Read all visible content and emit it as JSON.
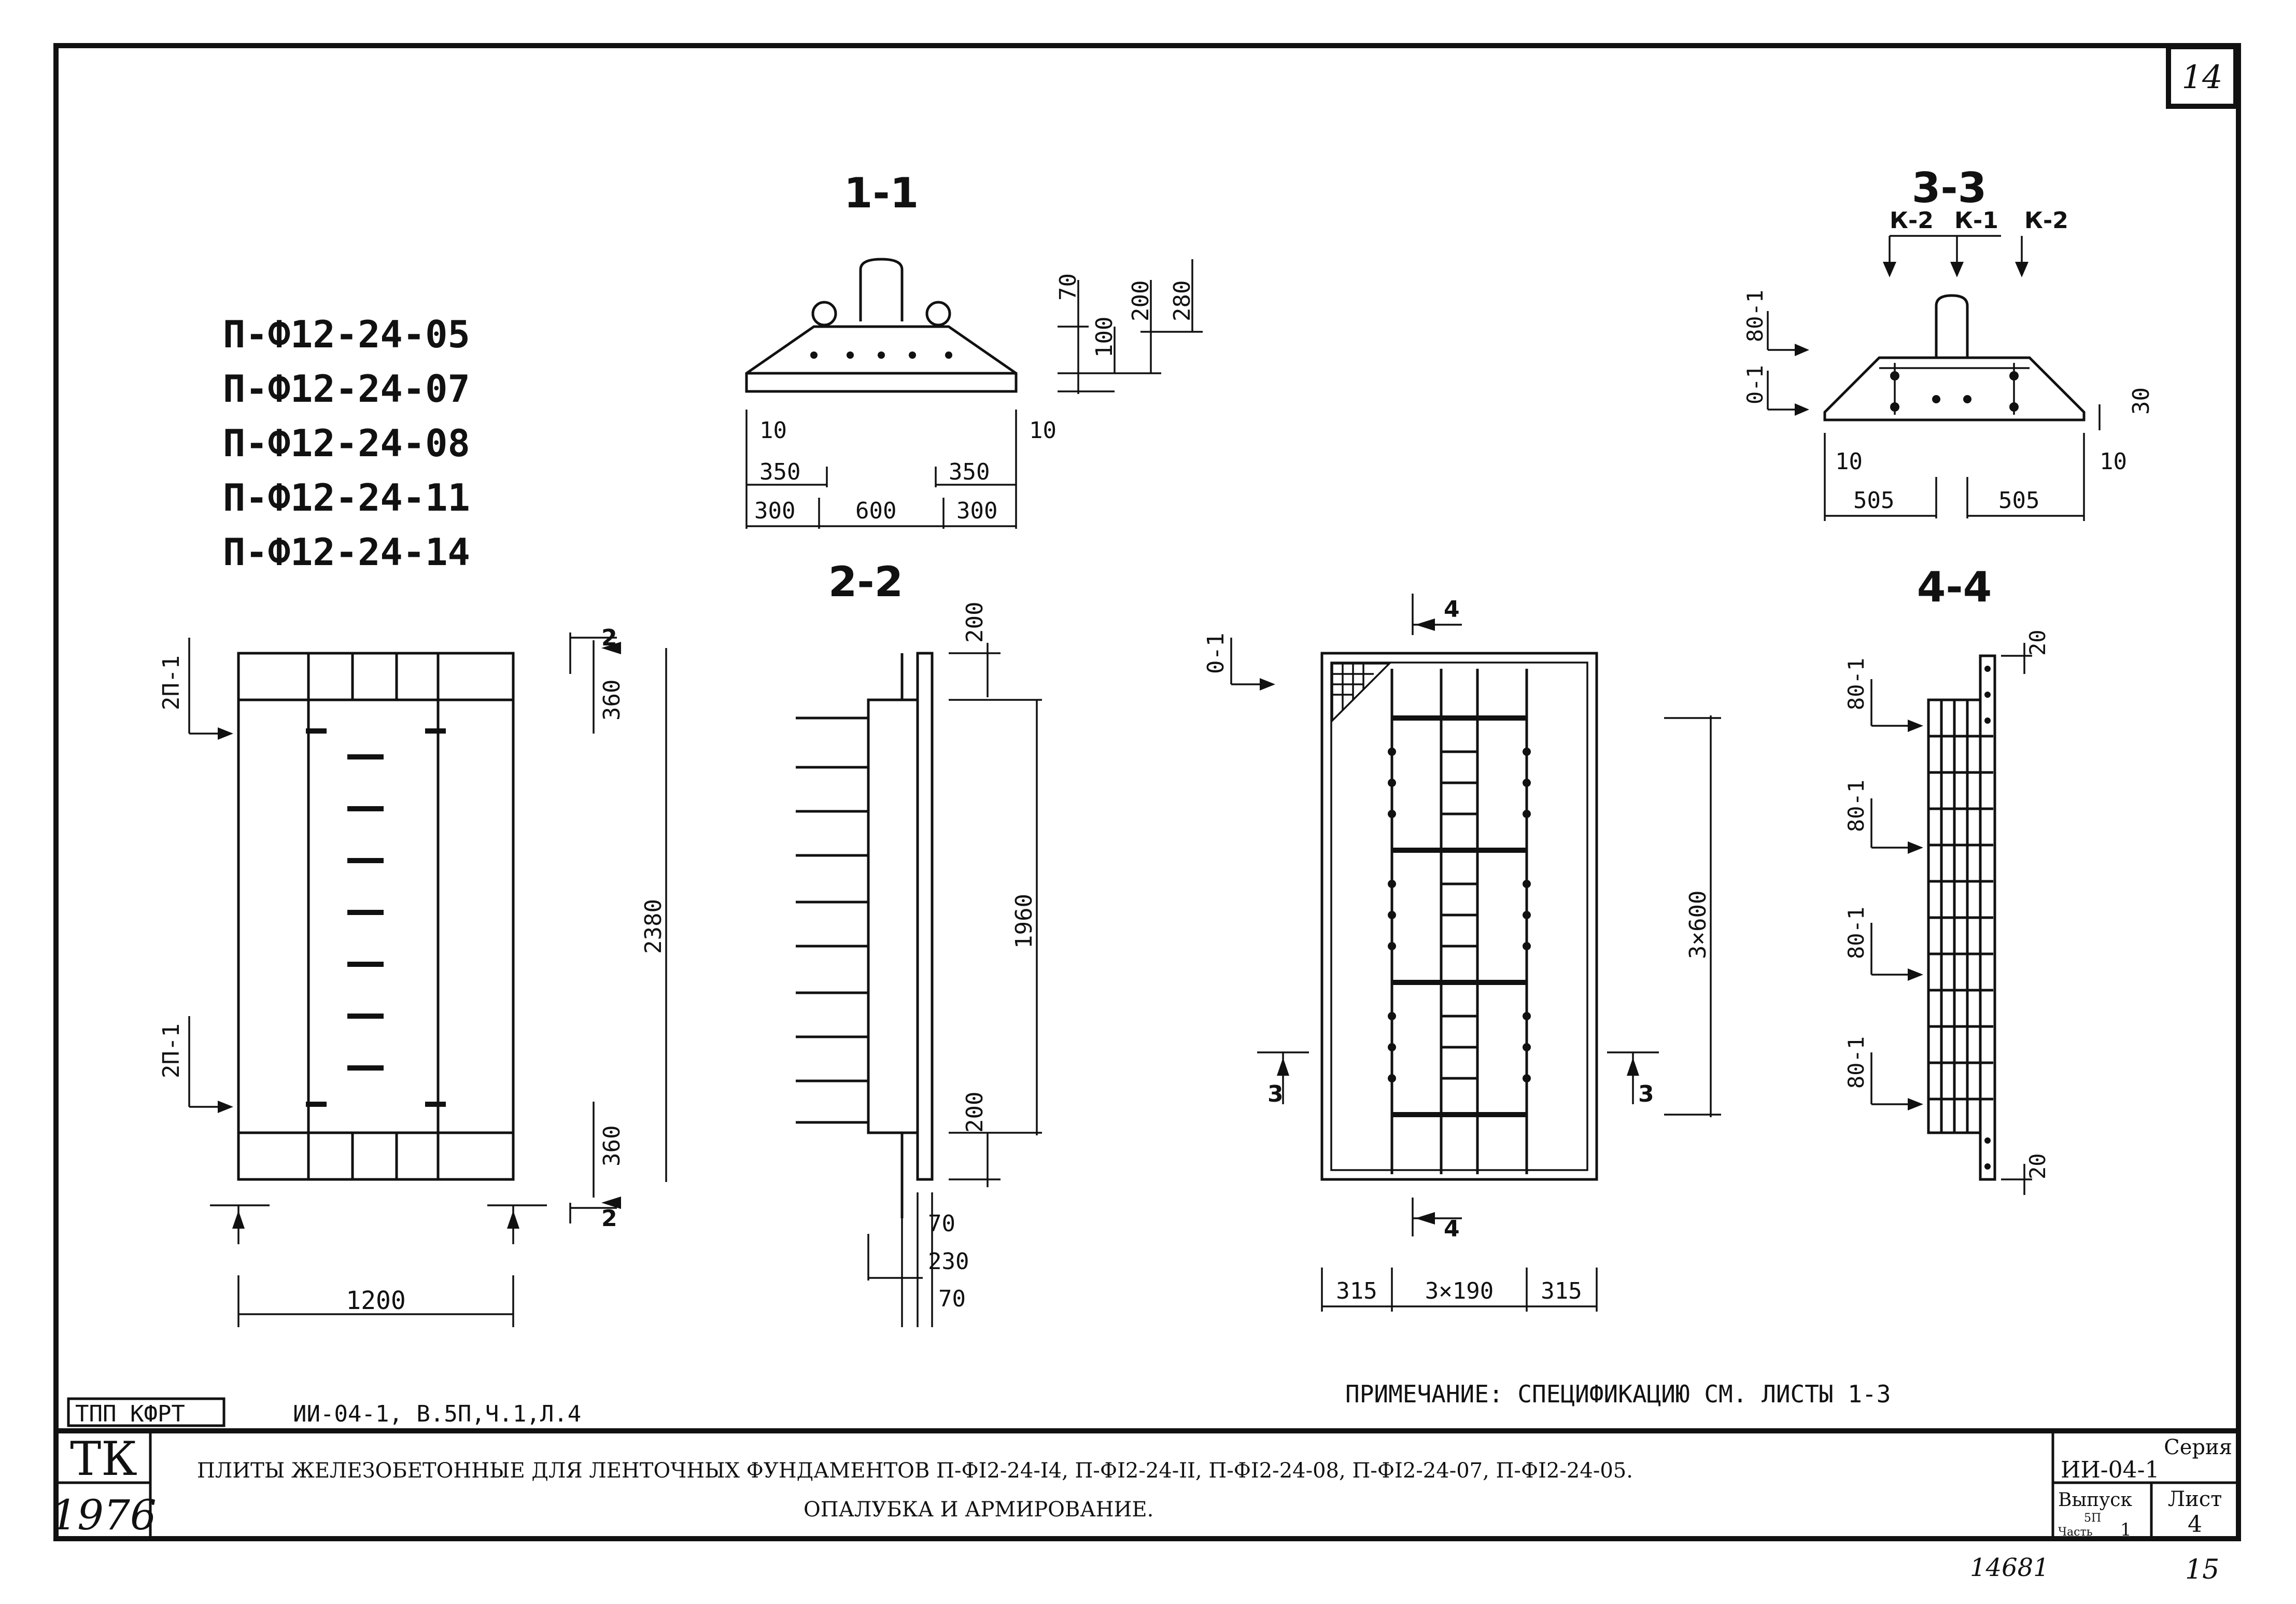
{
  "sheet_number": "14",
  "product_codes": [
    "П-Ф12-24-05",
    "П-Ф12-24-07",
    "П-Ф12-24-08",
    "П-Ф12-24-11",
    "П-Ф12-24-14"
  ],
  "sections": {
    "s11": {
      "title": "1-1",
      "dims_right": [
        "70",
        "100",
        "200",
        "280"
      ],
      "dims_left": [
        "10",
        "350",
        "300"
      ],
      "dims_center": "600",
      "dims_rightside": [
        "10",
        "350",
        "300"
      ]
    },
    "s22": {
      "title": "2-2",
      "dims_right": [
        "200",
        "1960",
        "200"
      ],
      "dims_bottom": [
        "70",
        "230",
        "70"
      ]
    },
    "s33": {
      "title": "3-3",
      "markers": [
        "К-2",
        "К-1",
        "К-2"
      ],
      "dims_left": [
        "0-1",
        "80-1"
      ],
      "dims": [
        "10",
        "505",
        "505",
        "10",
        "30"
      ]
    },
    "s44": {
      "title": "4-4",
      "marks": [
        "80-1",
        "80-1",
        "80-1",
        "80-1"
      ],
      "dims": [
        "20",
        "20"
      ]
    }
  },
  "plan": {
    "marks": [
      "2П-1",
      "2П-1"
    ],
    "dims_right": [
      "360",
      "2380",
      "360"
    ],
    "width": "1200",
    "cut_label": "2"
  },
  "reinf_plan": {
    "mark": "0-1",
    "cut_top": "4",
    "cut_bottom": "4",
    "cut_left": "3",
    "cut_right": "3",
    "dim_height": "3×600",
    "dims_bottom": [
      "315",
      "3×190",
      "315"
    ]
  },
  "note": "ПРИМЕЧАНИЕ: СПЕЦИФИКАЦИЮ СМ. ЛИСТЫ  1-3",
  "stamp": {
    "box": "ТПП КФРТ",
    "ref": "ИИ-04-1, В.5П,Ч.1,Л.4"
  },
  "title_block": {
    "org": "ТК",
    "year": "1976",
    "title_line1": "ПЛИТЫ ЖЕЛЕЗОБЕТОННЫЕ ДЛЯ ЛЕНТОЧНЫХ ФУНДАМЕНТОВ П-ФI2-24-I4, П-ФI2-24-II, П-ФI2-24-08, П-ФI2-24-07, П-ФI2-24-05.",
    "title_line2": "ОПАЛУБКА И АРМИРОВАНИЕ.",
    "series_label": "Серия",
    "series_value": "ИИ-04-1",
    "issue_label": "Выпуск",
    "issue_value": "5П",
    "part_label": "Часть",
    "part_value": "1",
    "sheet_label": "Лист",
    "sheet_value": "4"
  },
  "footer": {
    "inventory": "14681",
    "page": "15"
  }
}
